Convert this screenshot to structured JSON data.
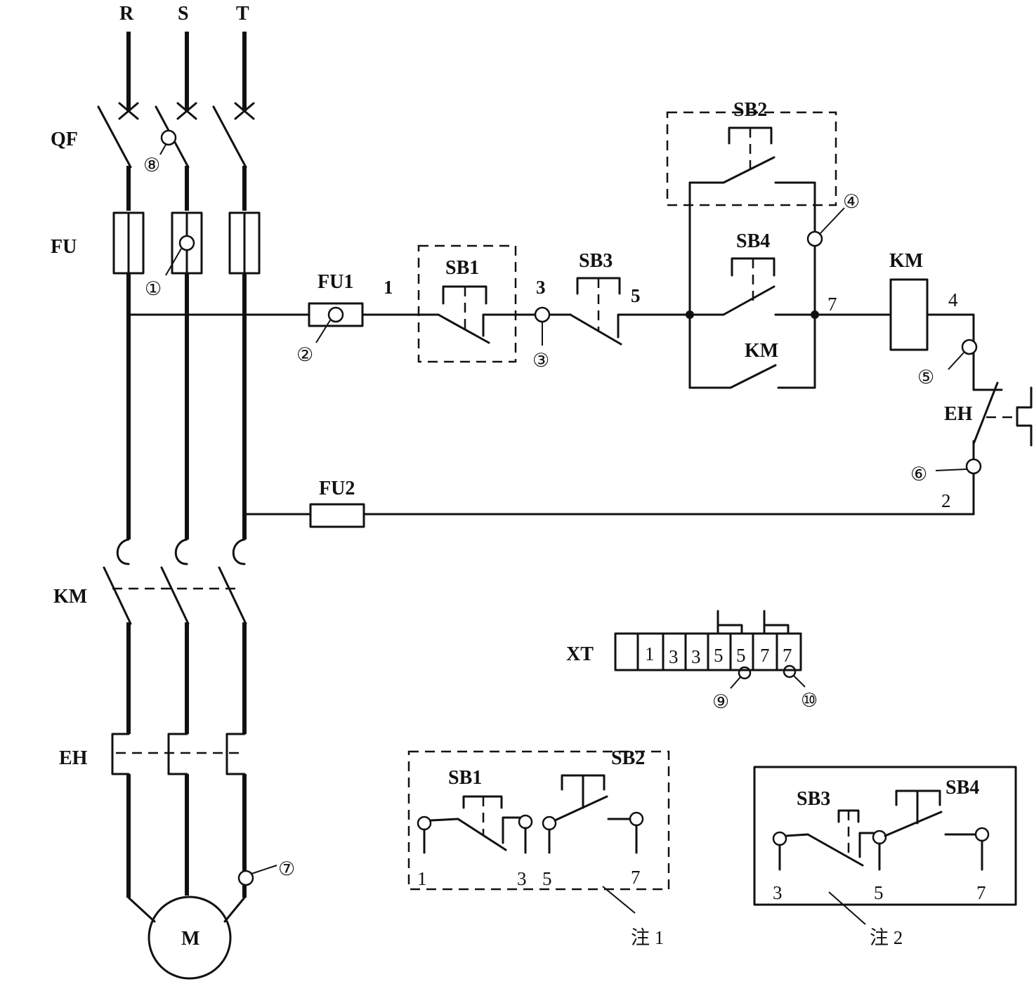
{
  "phases": [
    "R",
    "S",
    "T"
  ],
  "labels": {
    "QF": "QF",
    "FU": "FU",
    "KM_main": "KM",
    "EH_main": "EH",
    "motor": "M",
    "FU1": "FU1",
    "FU2": "FU2",
    "SB1": "SB1",
    "SB2": "SB2",
    "SB3": "SB3",
    "SB4": "SB4",
    "KM_coil": "KM",
    "KM_aux": "KM",
    "EH_ctrl": "EH",
    "XT": "XT"
  },
  "wire_numbers": {
    "n1": "1",
    "n3": "3",
    "n5": "5",
    "n7": "7",
    "n4": "4",
    "n2": "2"
  },
  "fault_points": [
    "①",
    "②",
    "③",
    "④",
    "⑤",
    "⑥",
    "⑦",
    "⑧",
    "⑨",
    "⑩"
  ],
  "terminal_strip": [
    "",
    "1",
    "3",
    "3",
    "5",
    "5",
    "7",
    "7"
  ],
  "note1": {
    "sb1": "SB1",
    "sb2": "SB2",
    "terminals": [
      "1",
      "3",
      "5",
      "7"
    ],
    "caption": "注 1"
  },
  "note2": {
    "sb3": "SB3",
    "sb4": "SB4",
    "terminals": [
      "3",
      "5",
      "7"
    ],
    "caption": "注 2"
  }
}
